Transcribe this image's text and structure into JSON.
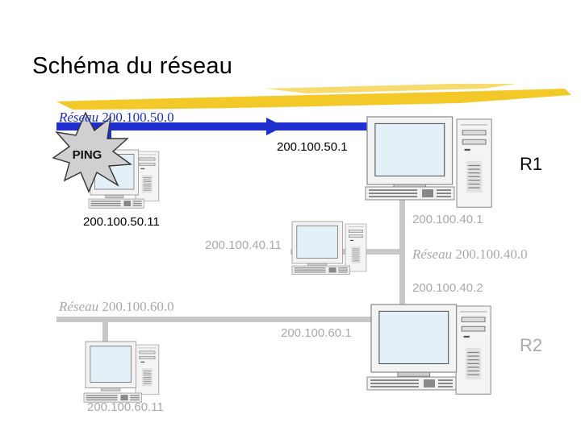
{
  "slide": {
    "title": "Schéma du réseau",
    "accent_color": "#f2c418",
    "link_active_color": "#1f2fd0",
    "link_inactive_color": "#c8c8c8"
  },
  "networks": [
    {
      "prefix": "Réseau",
      "address": "200.100.50.0"
    },
    {
      "prefix": "Réseau",
      "address": "200.100.40.0"
    },
    {
      "prefix": "Réseau",
      "address": "200.100.60.0"
    }
  ],
  "routers": [
    {
      "name": "R1",
      "ip_top": "200.100.50.1",
      "ip_bottom": "200.100.40.1"
    },
    {
      "name": "R2",
      "ip_top": "200.100.40.2",
      "ip_bottom": "200.100.60.1"
    }
  ],
  "hosts": [
    {
      "ip": "200.100.50.11"
    },
    {
      "ip": "200.100.40.11"
    },
    {
      "ip": "200.100.60.11"
    }
  ],
  "ping_label": "PING"
}
